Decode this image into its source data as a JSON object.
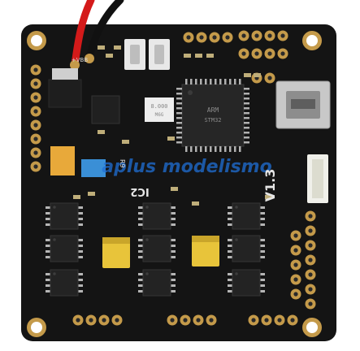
{
  "colors": {
    "background": "#ffffff",
    "board": "#141414",
    "pad_gold": "#c49a4a",
    "wire_red": "#d41a1a",
    "wire_black": "#111111",
    "capacitor_yellow": "#e8c43a",
    "usb_silver": "#c8c8c8",
    "watermark_blue": "#1f6fd6"
  },
  "board_labels": {
    "version": "V1.3",
    "chip_label": "IC2",
    "crystal": "8.000",
    "crystal_sub": "M6G",
    "power": "+VBB",
    "right_label": "R9"
  },
  "watermark": {
    "text": "aplus modelismo"
  }
}
